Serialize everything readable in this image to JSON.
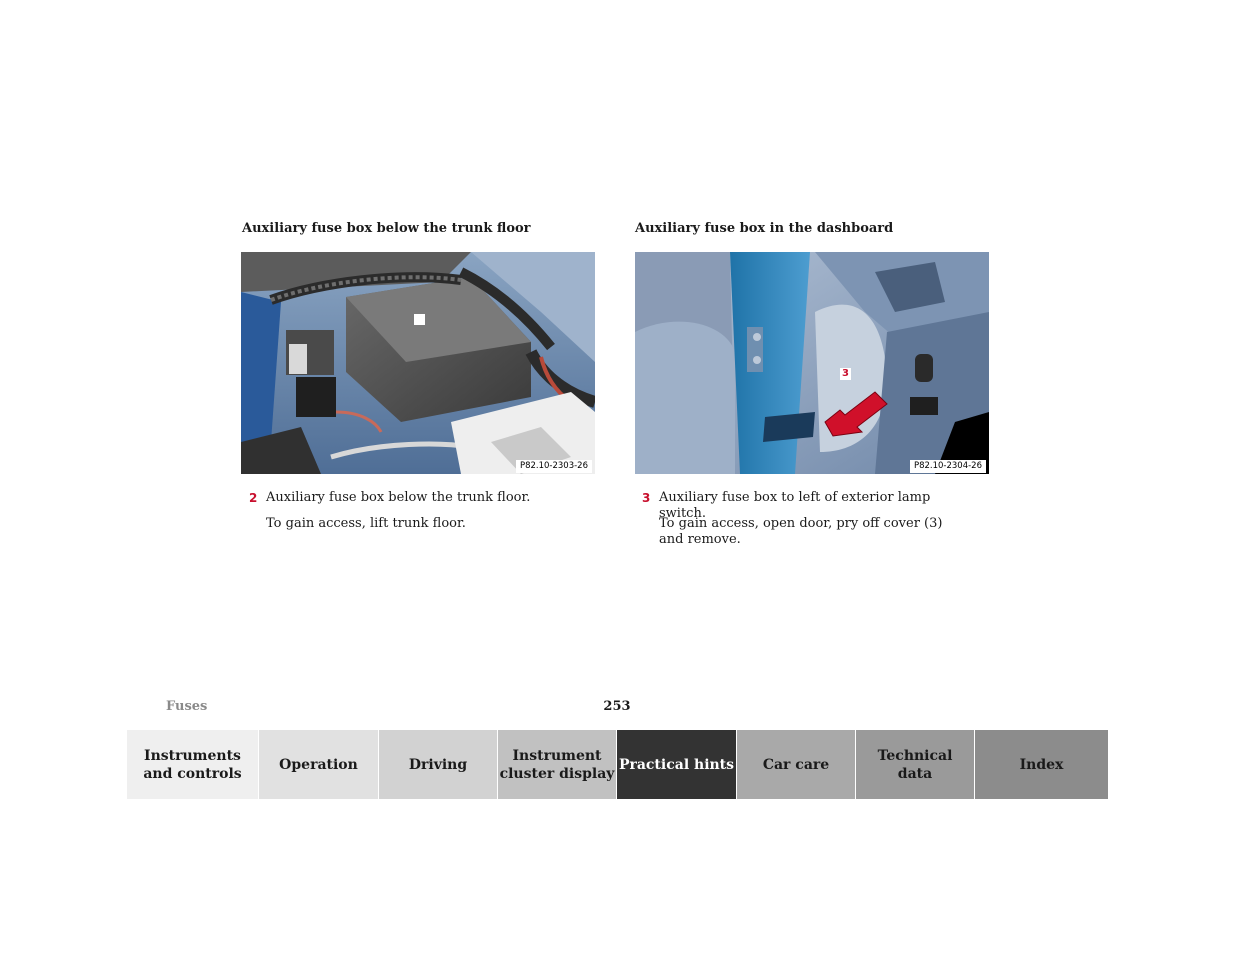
{
  "left": {
    "title": "Auxiliary fuse box below the trunk floor",
    "figure_code": "P82.10-2303-26",
    "item_num": "2",
    "item_text": "Auxiliary fuse box below the trunk floor.",
    "item_sub": "To gain access, lift trunk floor."
  },
  "right": {
    "title": "Auxiliary fuse box in the dashboard",
    "figure_code": "P82.10-2304-26",
    "callout": "3",
    "item_num": "3",
    "item_text": "Auxiliary fuse box to left of exterior lamp switch.",
    "item_sub": "To gain access, open door, pry off cover (3) and remove."
  },
  "footer": {
    "section": "Fuses",
    "page": "253"
  },
  "nav": {
    "tabs": [
      {
        "label": "Instruments\nand controls",
        "bg": "#efefef"
      },
      {
        "label": "Operation",
        "bg": "#e1e1e1"
      },
      {
        "label": "Driving",
        "bg": "#d2d2d2"
      },
      {
        "label": "Instrument\ncluster display",
        "bg": "#c1c1c1"
      },
      {
        "label": "Practical hints",
        "bg": "#333333",
        "active": true
      },
      {
        "label": "Car care",
        "bg": "#a9a9a9"
      },
      {
        "label": "Technical\ndata",
        "bg": "#9a9a9a"
      },
      {
        "label": "Index",
        "bg": "#8c8c8c"
      }
    ]
  },
  "colors": {
    "accent_red": "#c8102e",
    "active_tab": "#333333"
  }
}
